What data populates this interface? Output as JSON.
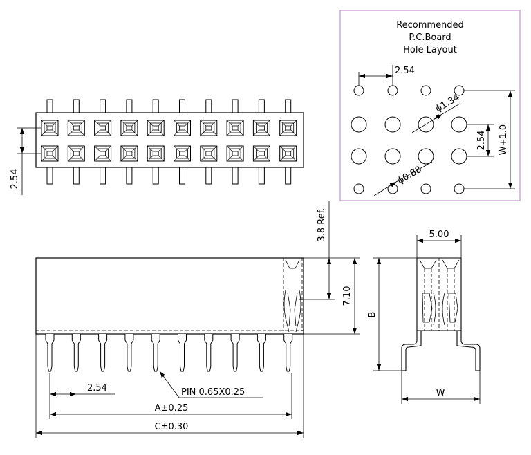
{
  "pcb_panel": {
    "title_lines": [
      "Recommended",
      "P.C.Board",
      "Hole Layout"
    ],
    "pitch_label": "2.54",
    "hole_large_label": "ϕ1.34",
    "hole_small_label": "ϕ0.88",
    "row_pitch_label": "2.54",
    "width_label": "W+1.0",
    "border_color": "#c69bd1"
  },
  "top_view": {
    "pitch_label": "2.54",
    "positions": 10,
    "rows": 2
  },
  "front_view": {
    "ref_label": "3.8 Ref.",
    "height_label": "7.10",
    "pitch_label": "2.54",
    "pin_label": "PIN  0.65X0.25",
    "a_label": "A±0.25",
    "c_label": "C±0.30",
    "pins": 10
  },
  "side_view": {
    "width_top_label": "5.00",
    "height_label": "B",
    "width_label": "W"
  }
}
